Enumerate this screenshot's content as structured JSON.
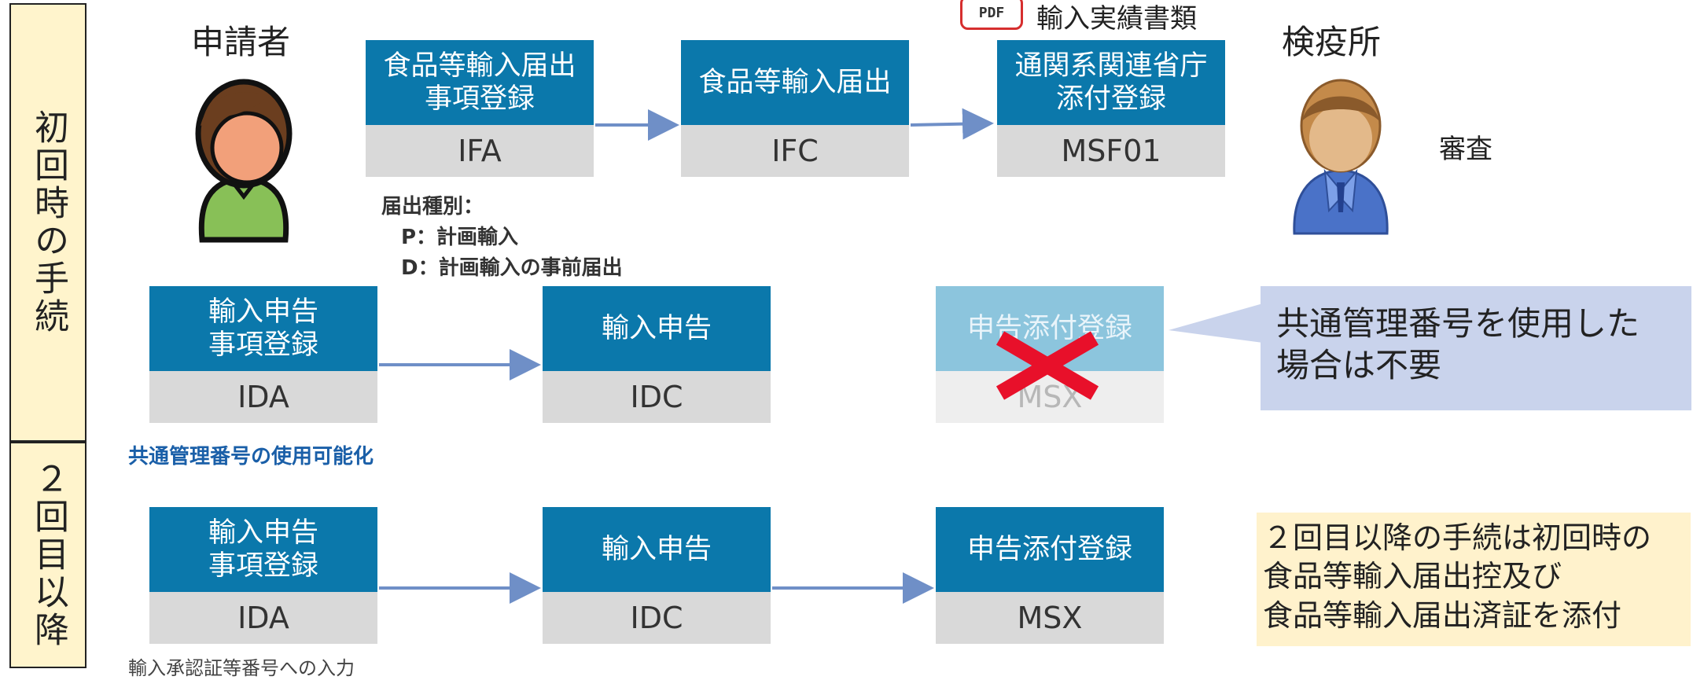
{
  "sections": {
    "first": "初回時の手続",
    "second": "２回目以降"
  },
  "roles": {
    "applicant": "申請者",
    "quarantine": "検疫所",
    "review": "審査"
  },
  "pdf": {
    "badge": "PDF",
    "label": "輸入実績書類"
  },
  "row1": [
    {
      "title": "食品等輸入届出\n事項登録",
      "code": "IFA"
    },
    {
      "title": "食品等輸入届出",
      "code": "IFC"
    },
    {
      "title": "通関系関連省庁\n添付登録",
      "code": "MSF01"
    }
  ],
  "notice_type": {
    "heading": "届出種別：",
    "p": "P：計画輸入",
    "d": "D：計画輸入の事前届出"
  },
  "row2": [
    {
      "title": "輸入申告\n事項登録",
      "code": "IDA"
    },
    {
      "title": "輸入申告",
      "code": "IDC"
    },
    {
      "title": "申告添付登録",
      "code": "MSX"
    }
  ],
  "callout": "共通管理番号を使用した\n場合は不要",
  "common_number": "共通管理番号の使用可能化",
  "row3": [
    {
      "title": "輸入申告\n事項登録",
      "code": "IDA"
    },
    {
      "title": "輸入申告",
      "code": "IDC"
    },
    {
      "title": "申告添付登録",
      "code": "MSX"
    }
  ],
  "footnote": "輸入承認証等番号への入力",
  "summary": "２回目以降の手続は初回時の\n食品等輸入届出控及び\n食品等輸入届出済証を添付",
  "colors": {
    "box_blue": "#0b78ab",
    "box_gray": "#d9d9d9",
    "arrow": "#6f8fc7",
    "callout": "#c9d3ec",
    "summary": "#fff2cc",
    "cross": "#e8102a",
    "link_text": "#1a5fa8"
  }
}
